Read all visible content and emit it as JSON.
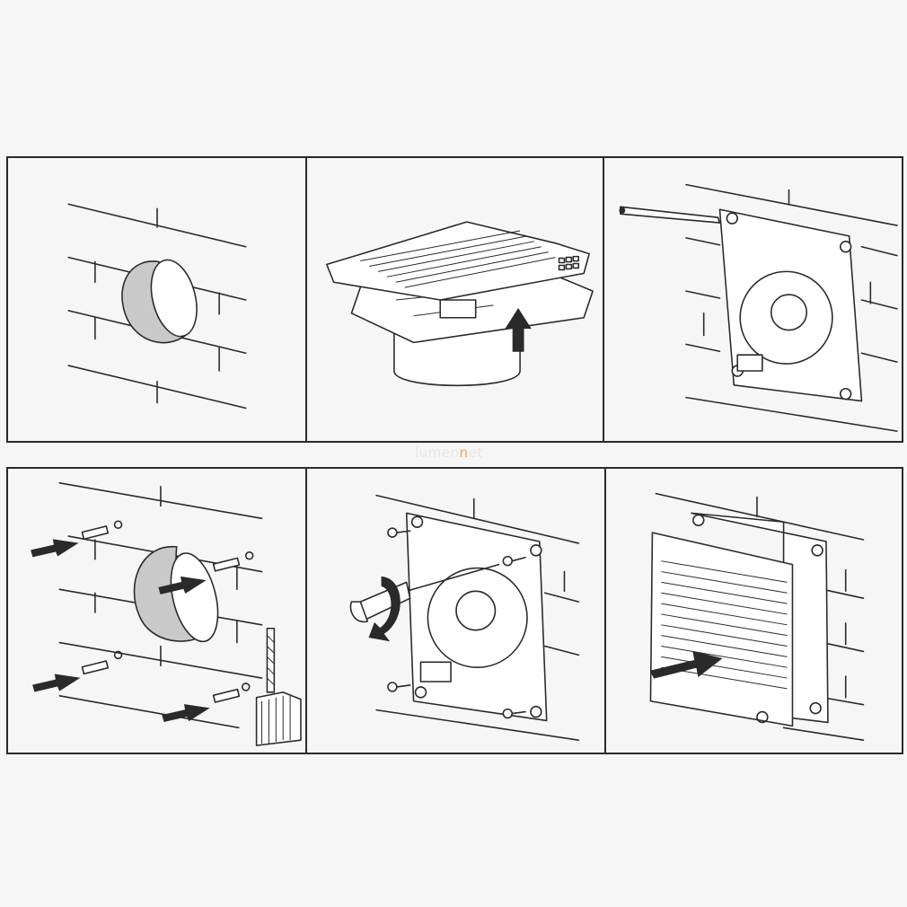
{
  "watermark": {
    "prefix": "lumen",
    "accent": "n",
    "suffix": "et"
  },
  "colors": {
    "line": "#2a2a2a",
    "background": "#f6f6f6",
    "hole_fill": "#c9c9c9",
    "watermark_accent": "#f0a050"
  },
  "steps": [
    {
      "id": 1,
      "depicts": "wall-hole-icon"
    },
    {
      "id": 2,
      "depicts": "open-front-cover-icon"
    },
    {
      "id": 3,
      "depicts": "mark-drill-holes-icon"
    },
    {
      "id": 4,
      "depicts": "insert-wall-plugs-icon"
    },
    {
      "id": 5,
      "depicts": "screw-base-plate-icon"
    },
    {
      "id": 6,
      "depicts": "attach-front-cover-icon"
    }
  ]
}
